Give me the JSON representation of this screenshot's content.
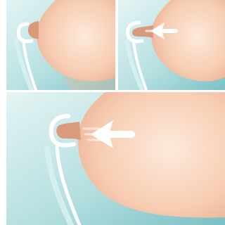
{
  "colors": {
    "background": "#ffffff",
    "teal_light": "#dceff0",
    "teal_mid": "#8fcdd0",
    "teal_dark": "#4aa9b0",
    "skin_light": "#fde7da",
    "skin_mid": "#f6c6a8",
    "skin_dark": "#dc8f72",
    "areola": "#d99a7e",
    "shield_white": "#ffffff",
    "arrow_white": "#ffffff"
  },
  "illustration": {
    "panels": [
      {
        "step": "resting",
        "icons": [
          "breast-shield-icon"
        ]
      },
      {
        "step": "suction",
        "icons": [
          "breast-shield-icon",
          "arrow-left-icon"
        ]
      },
      {
        "step": "suction-closeup",
        "icons": [
          "breast-shield-icon",
          "arrow-left-icon"
        ]
      }
    ]
  }
}
